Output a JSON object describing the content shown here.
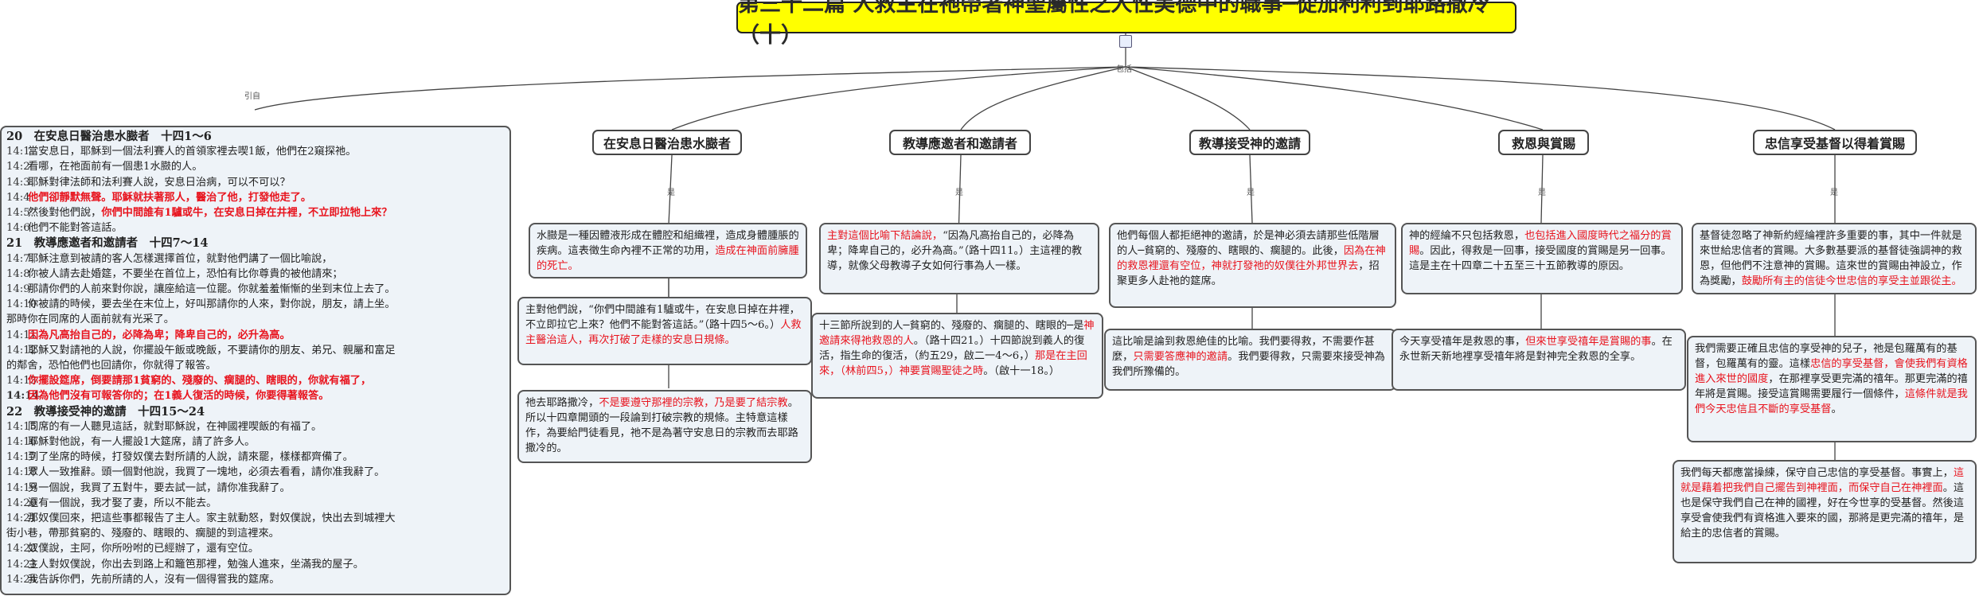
{
  "root": {
    "title": "第三十二篇 人救主在祂帶著神聖屬性之人性美德中的職事─從加利利到耶路撒冷（十）"
  },
  "edge_labels": {
    "intro": "引自",
    "includes": "包括",
    "is": "是"
  },
  "topics": [
    "在安息日醫治患水臌者",
    "教導應邀者和邀請者",
    "教導接受神的邀請",
    "救恩與賞賜",
    "忠信享受基督以得着賞賜"
  ],
  "scripture": {
    "s20_header": "20　在安息日醫治患水臌者　十四1～6",
    "v14_1": [
      "14:1",
      "當安息日，耶穌到一個法利賽人的首領家裡去喫1飯，他們在2窺探祂。"
    ],
    "v14_2": [
      "14:2",
      "看哪，在祂面前有一個患1水臌的人。"
    ],
    "v14_3": [
      "14:3",
      "耶穌對律法師和法利賽人說，安息日治病，可以不可以？"
    ],
    "v14_4": [
      "14:4",
      "他們卻靜默無聲。耶穌就扶著那人，醫治了他，打發他走了。"
    ],
    "v14_5a": [
      "14:5",
      "然後對他們說，"
    ],
    "v14_5b": "你們中間誰有1驢或牛，在安息日掉在井裡，不立即拉牠上來？",
    "v14_6": [
      "14:6",
      "他們不能對答這話。"
    ],
    "s21_header": "21　教導應邀者和邀請者　十四7～14",
    "v14_7": [
      "14:7",
      "耶穌注意到被請的客人怎樣選擇首位，就對他們講了一個比喻說，"
    ],
    "v14_8": [
      "14:8",
      "你被人請去赴婚筵，不要坐在首位上，恐怕有比你尊貴的被他請來；"
    ],
    "v14_9": [
      "14:9",
      "那請你們的人前來對你說，讓座給這一位罷。你就羞羞慚慚的坐到末位上去了。"
    ],
    "v14_10a": [
      "14:10",
      "你被請的時候，要去坐在末位上，好叫那請你的人來，對你說，朋友，請上坐。"
    ],
    "v14_10b": "那時你在同席的人面前就有光采了。",
    "v14_11": [
      "14:11",
      "因為凡高抬自己的，必降為卑；降卑自己的，必升為高。"
    ],
    "v14_12a": [
      "14:12",
      "耶穌又對請祂的人說，你擺設午飯或晚飯，不要請你的朋友、弟兄、親屬和富足"
    ],
    "v14_12b": "的鄰舍，恐怕他們也回請你，你就得了報答。",
    "v14_13": [
      "14:13",
      "你擺設筵席，倒要請那1貧窮的、殘廢的、瘸腿的、瞎眼的，你就有福了，"
    ],
    "v14_14": [
      "14:14",
      "因為他們沒有可報答你的；在1義人復活的時候，你要得著報答。"
    ],
    "s22_header": "22　教導接受神的邀請　十四15～24",
    "v14_15": [
      "14:15",
      "同席的有一人聽見這話，就對耶穌說，在神國裡喫飯的有福了。"
    ],
    "v14_16": [
      "14:16",
      "耶穌對他說，有一人擺設1大筵席，請了許多人。"
    ],
    "v14_17": [
      "14:17",
      "到了坐席的時候，打發奴僕去對所請的人說，請來罷，樣樣都齊備了。"
    ],
    "v14_18": [
      "14:18",
      "眾人一致推辭。頭一個對他說，我買了一塊地，必須去看看，請你准我辭了。"
    ],
    "v14_19": [
      "14:19",
      "另一個說，我買了五對牛，要去試一試，請你准我辭了。"
    ],
    "v14_20": [
      "14:20",
      "還有一個說，我才娶了妻，所以不能去。"
    ],
    "v14_21a": [
      "14:21",
      "那奴僕回來，把這些事都報告了主人。家主就動怒，對奴僕說，快出去到城裡大"
    ],
    "v14_21b": "街小巷，帶那貧窮的、殘廢的、瞎眼的、瘸腿的到這裡來。",
    "v14_22": [
      "14:22",
      "奴僕說，主阿，你所吩咐的已經辦了，還有空位。"
    ],
    "v14_23": [
      "14:23",
      "主人對奴僕說，你出去到路上和籬笆那裡，勉強人進來，坐滿我的屋子。"
    ],
    "v14_24": [
      "14:24",
      "我告訴你們，先前所請的人，沒有一個得嘗我的筵席。"
    ]
  },
  "notes": {
    "b1_1": "水臌是一種因體液形成在體腔和組織裡，造成身體腫脹的疾病。這表徵生命內裡不正常的功用，",
    "b1_2": "造成在神面前臃腫的死亡。",
    "b1_3a": "主對他們說，“你們中間誰有1驢或牛，在安息日掉在井裡，不立即拉它上來？他們不能對答這話。”（路十四5～6。）",
    "b1_3b": "人救主醫治這人，再次打破了走樣的安息日規條。",
    "b1_4a": "祂去耶路撒冷，",
    "b1_4b": "不是要遵守那裡的宗教，乃是要了結宗教",
    "b1_4c": "。所以十四章開頭的一段論到打破宗教的規條。主特意這樣作，為要給門徒看見，祂不是為著守安息日的宗教而去耶路撒冷的。",
    "b2_1a": "主對這個比喻下結論說，",
    "b2_1b": "“因為凡高抬自己的，必降為卑；降卑自己的，必升為高。”（路十四11。）主這裡的教導，就像父母教導子女如何行事為人一樣。",
    "b2_2a": "十三節所說到的人─貧窮的、殘廢的、瘸腿的、瞎眼的─是",
    "b2_2b": "神邀請來得祂救恩的人",
    "b2_2c": "。（路十四21。）十四節說到義人的復活，指生命的復活，（約五29，啟二一4～6，）",
    "b2_2d": "那是在主回來，（林前四5，）神要賞賜聖徒之時",
    "b2_2e": "。（啟十一18。）",
    "b3_1a": "他們每個人都拒絕神的邀請，於是神必須去請那些低階層的人─貧窮的、殘廢的、瞎眼的、瘸腿的。此後，",
    "b3_1b": "因為在神的救恩裡還有空位，神就打發祂的奴僕往外邦世界去",
    "b3_1c": "，招聚更多人赴祂的筵席。",
    "b3_2a": "這比喻是論到救恩絶佳的比喻。我們要得救，不需要作甚麼，",
    "b3_2b": "只需要答應神的邀請",
    "b3_2c": "。我們要得救，只需要來接受神為我們所豫備的。",
    "b4_1a": "神的經綸不只包括救恩，",
    "b4_1b": "也包括進入國度時代之福分的賞賜",
    "b4_1c": "。因此，得救是一回事，接受國度的賞賜是另一回事。這是主在十四章二十五至三十五節教導的原因。",
    "b4_2a": "今天享受禧年是救恩的事，",
    "b4_2b": "但來世享受禧年是賞賜的事",
    "b4_2c": "。在永世新天新地裡享受禧年將是對神完全救恩的全享。",
    "b5_1a": "基督徒忽略了神新約經綸裡許多重要的事，其中一件就是來世給忠信者的賞賜。大多數基要派的基督徒強調神的救恩，但他們不注意神的賞賜。這來世的賞賜由神設立，作為獎勵，",
    "b5_1b": "鼓勵所有主的信徒今世忠信的享受主並跟從主。",
    "b5_2a": "我們需要正確且忠信的享受神的兒子，祂是包羅萬有的基督，包羅萬有的靈。這樣",
    "b5_2b": "忠信的享受基督，會使我們有資格進入來世的國度",
    "b5_2c": "，在那裡享受更完滿的禧年。那更完滿的禧年將是賞賜。接受這賞賜需要履行一個條件，",
    "b5_2d": "這條件就是我們今天忠信且不斷的享受基督",
    "b5_2e": "。",
    "b5_3a": "我們每天都應當操練，保守自己忠信的享受基督。事實上，",
    "b5_3b": "這就是藉着把我們自己擺告到神裡面，而保守自己在神裡面",
    "b5_3c": "。這也是保守我們自己在神的國裡，好在今世享的受基督。然後這享受會使我們有資格進入要來的國，那將是更完滿的禧年，是給主的忠信者的賞賜。"
  },
  "colors": {
    "root_bg": "#ffff00",
    "box_bg": "#eef3f8",
    "highlight": "#e8141e"
  }
}
